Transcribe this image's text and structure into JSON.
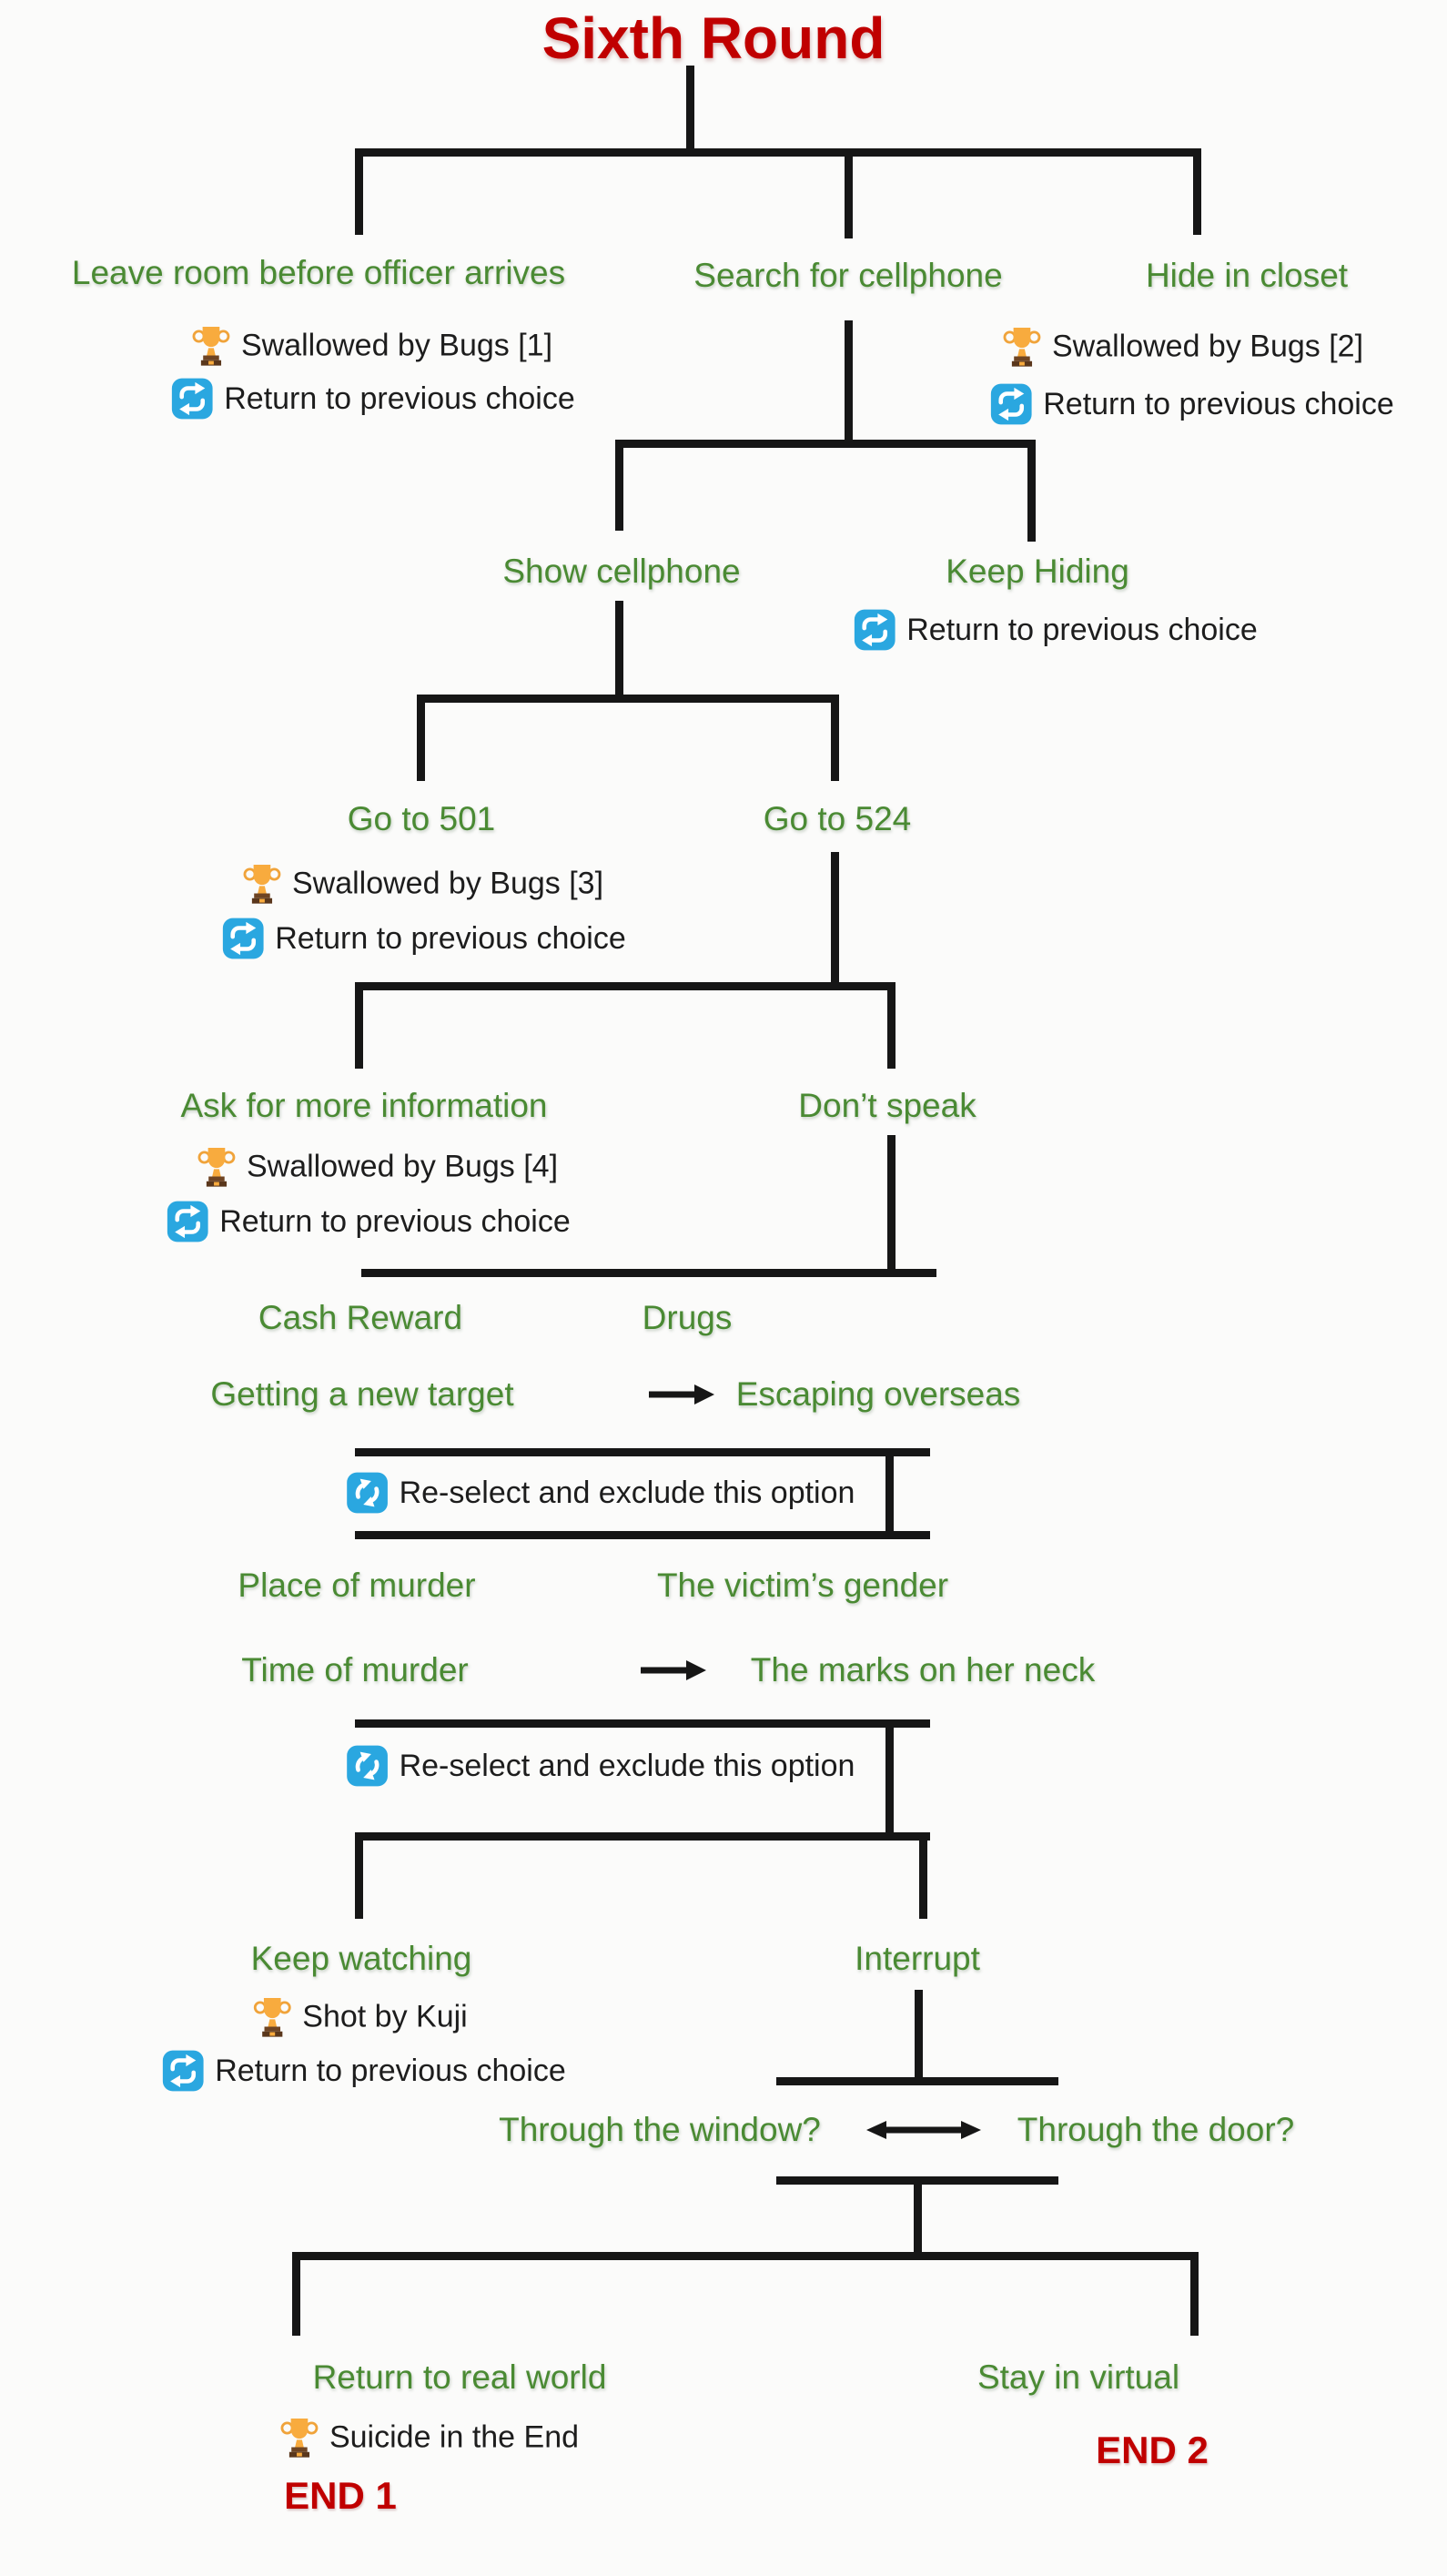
{
  "title": "Sixth Round",
  "colors": {
    "choice_green": "#4a8a33",
    "line_black": "#161616",
    "end_red": "#c00000",
    "icon_blue": "#2aa7e0",
    "trophy_gold": "#f8ab3e"
  },
  "icons": {
    "achievement": "trophy-icon",
    "return": "repeat-icon",
    "reselect": "refresh-icon"
  },
  "tree": {
    "round1": [
      {
        "label": "Leave room before officer arrives",
        "achievement": "Swallowed by Bugs [1]",
        "action": "Return to previous choice"
      },
      {
        "label": "Search for cellphone"
      },
      {
        "label": "Hide in closet",
        "achievement": "Swallowed by Bugs [2]",
        "action": "Return to previous choice"
      }
    ],
    "round2": [
      {
        "label": "Show cellphone"
      },
      {
        "label": "Keep Hiding",
        "action": "Return to previous choice"
      }
    ],
    "round3": [
      {
        "label": "Go to 501",
        "achievement": "Swallowed by Bugs [3]",
        "action": "Return to previous choice"
      },
      {
        "label": "Go to 524"
      }
    ],
    "round4": [
      {
        "label": "Ask for more information",
        "achievement": "Swallowed by Bugs [4]",
        "action": "Return to previous choice"
      },
      {
        "label": "Don’t speak"
      }
    ],
    "topics": {
      "pair1": [
        "Cash Reward",
        "Drugs"
      ],
      "flow1": {
        "from": "Getting a new target",
        "to": "Escaping overseas"
      },
      "reselect1": "Re-select and exclude this option",
      "pair2": [
        "Place of murder",
        "The victim’s gender"
      ],
      "flow2": {
        "from": "Time of murder",
        "to": "The marks on her neck"
      },
      "reselect2": "Re-select and exclude this option"
    },
    "round5": [
      {
        "label": "Keep watching",
        "achievement": "Shot by Kuji",
        "action": "Return to previous choice"
      },
      {
        "label": "Interrupt"
      }
    ],
    "round6": {
      "left": "Through the window?",
      "right": "Through the door?"
    },
    "round7": [
      {
        "label": "Return to real world",
        "achievement": "Suicide in the End",
        "end": "END 1"
      },
      {
        "label": "Stay in virtual",
        "end": "END 2"
      }
    ]
  }
}
